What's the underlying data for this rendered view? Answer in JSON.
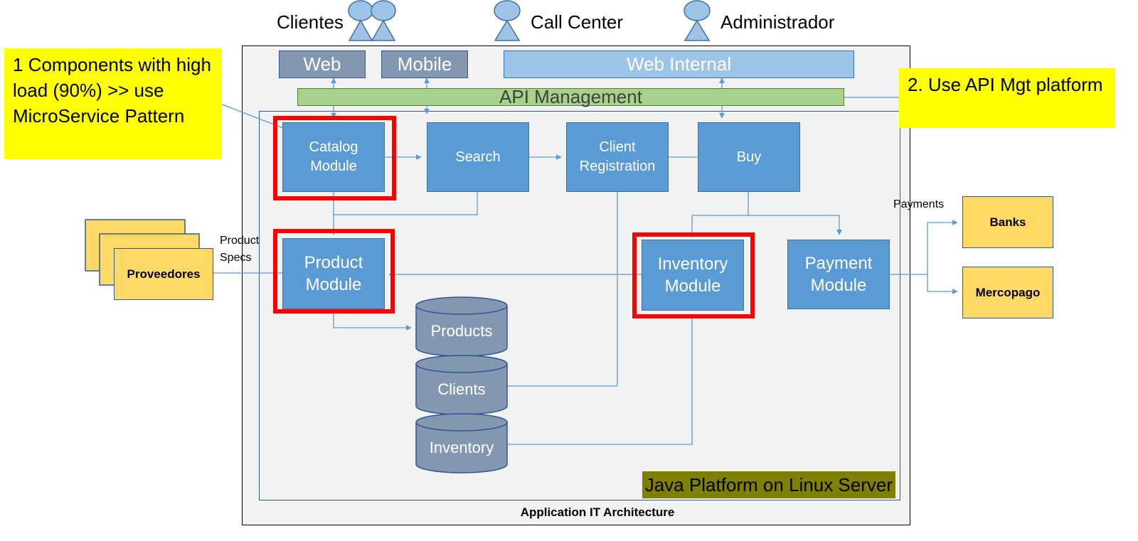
{
  "actors": {
    "clientes": "Clientes",
    "call_center": "Call Center",
    "administrador": "Administrador"
  },
  "channels": {
    "web": "Web",
    "mobile": "Mobile",
    "web_internal": "Web Internal"
  },
  "api_management": "API Management",
  "modules": {
    "catalog": "Catalog Module",
    "search": "Search",
    "client_registration": "Client Registration",
    "buy": "Buy",
    "product": "Product Module",
    "inventory": "Inventory Module",
    "payment": "Payment Module"
  },
  "databases": {
    "products": "Products",
    "clients": "Clients",
    "inventory": "Inventory"
  },
  "external": {
    "proveedores": "Proveedores",
    "banks": "Banks",
    "mercopago": "Mercopago"
  },
  "labels": {
    "product_specs": "Product Specs",
    "payments": "Payments"
  },
  "notes": {
    "note1": "1 Components with high load (90%) >> use MicroService Pattern",
    "note2": "2. Use API Mgt platform"
  },
  "platform": "Java Platform  on Linux Server",
  "caption": "Application IT Architecture",
  "colors": {
    "module_blue": "#5b9bd5",
    "highlight_red": "#ff0000",
    "note_yellow": "#ffff00",
    "api_green": "#a9d18e",
    "external_yellow": "#ffd966",
    "db_gray": "#8497b0",
    "platform_olive": "#7f7f00"
  }
}
